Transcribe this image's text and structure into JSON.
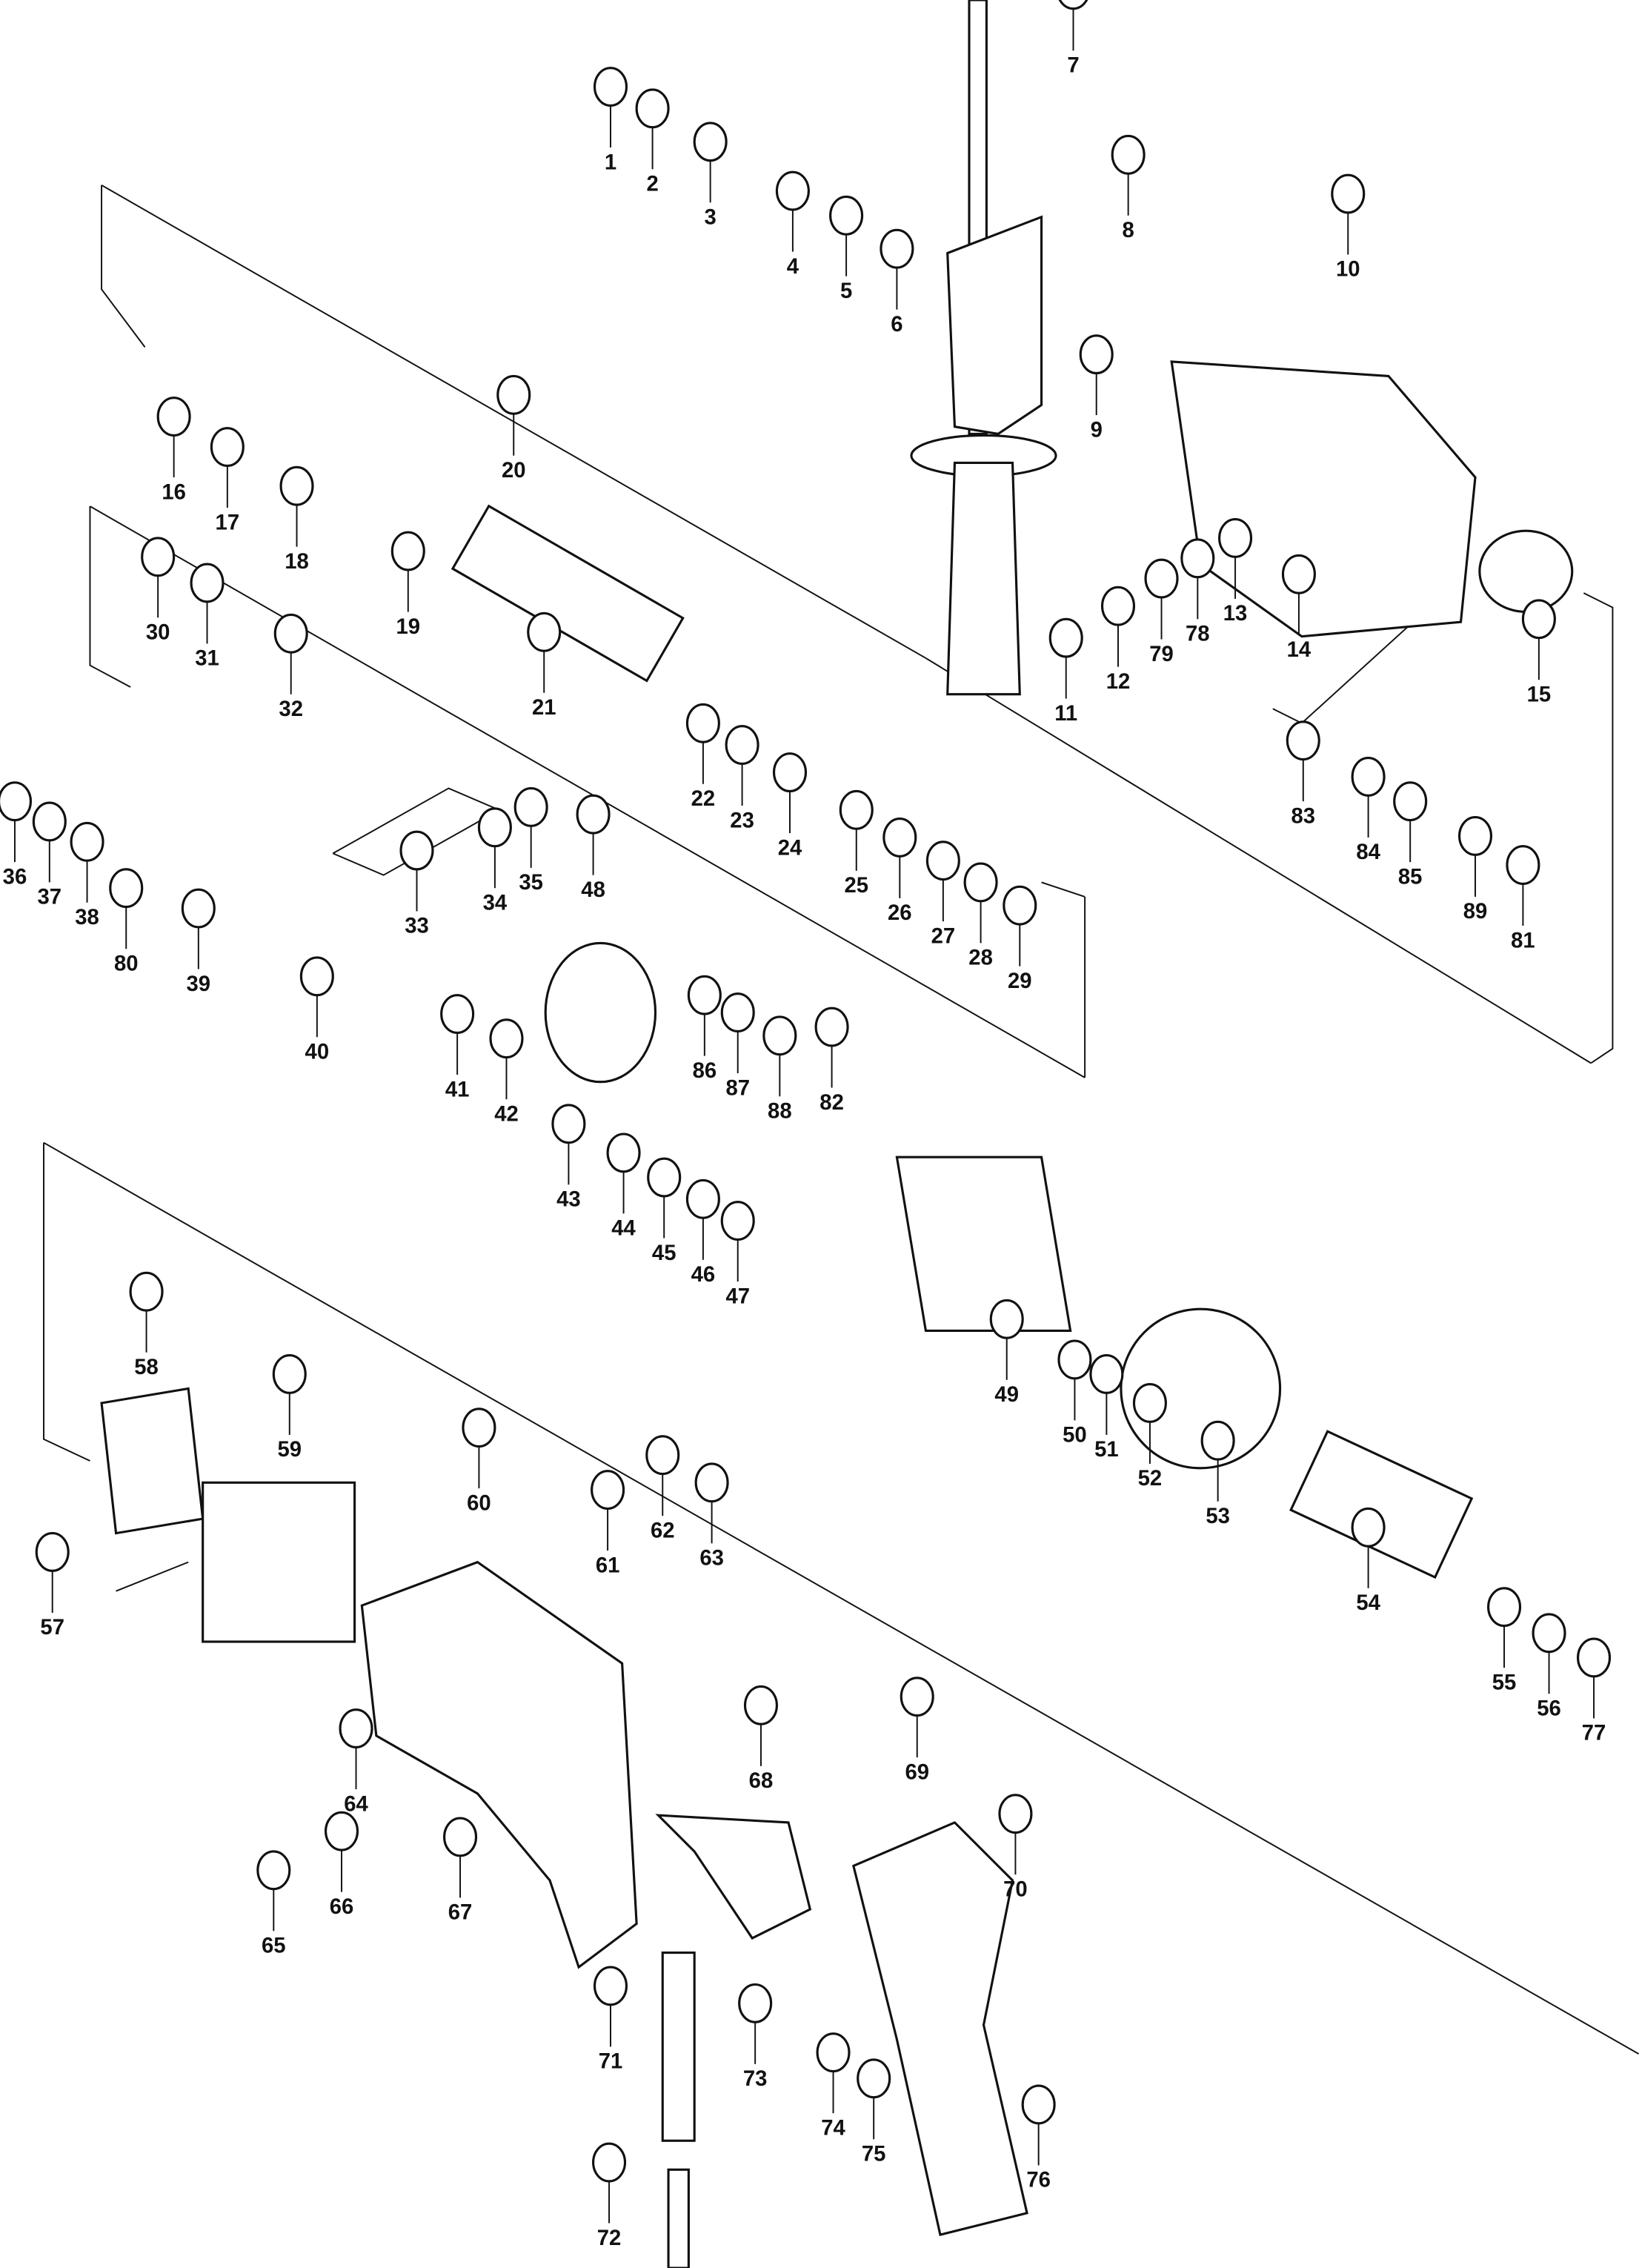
{
  "diagram": {
    "type": "exploded-parts-diagram",
    "part_numbers": [
      "1",
      "2",
      "3",
      "4",
      "5",
      "6",
      "7",
      "8",
      "9",
      "10",
      "11",
      "12",
      "13",
      "14",
      "15",
      "16",
      "17",
      "18",
      "19",
      "20",
      "21",
      "22",
      "23",
      "24",
      "25",
      "26",
      "27",
      "28",
      "29",
      "30",
      "31",
      "32",
      "33",
      "34",
      "35",
      "36",
      "37",
      "38",
      "39",
      "40",
      "41",
      "42",
      "43",
      "44",
      "45",
      "46",
      "47",
      "48",
      "49",
      "50",
      "51",
      "52",
      "53",
      "54",
      "55",
      "56",
      "57",
      "58",
      "59",
      "60",
      "61",
      "62",
      "63",
      "64",
      "65",
      "66",
      "67",
      "68",
      "69",
      "70",
      "71",
      "72",
      "73",
      "74",
      "75",
      "76",
      "77",
      "78",
      "79",
      "80",
      "81",
      "82",
      "83",
      "84",
      "85",
      "86",
      "87",
      "88",
      "89"
    ]
  }
}
